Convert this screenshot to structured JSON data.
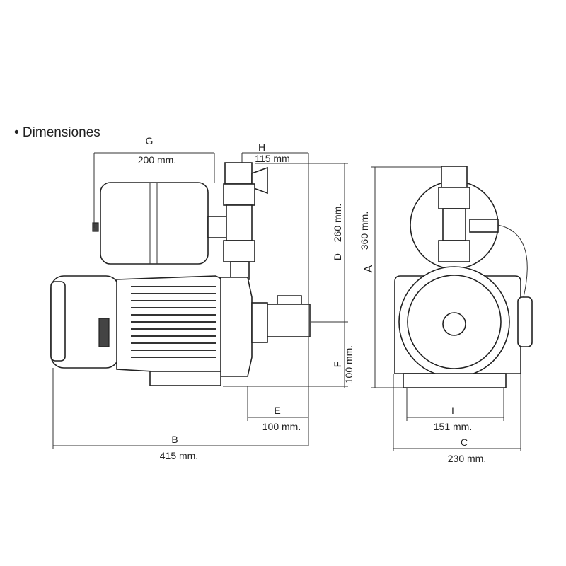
{
  "title": "• Dimensiones",
  "dimensions": {
    "A": {
      "letter": "A",
      "value": "360 mm."
    },
    "B": {
      "letter": "B",
      "value": "415 mm."
    },
    "C": {
      "letter": "C",
      "value": "230 mm."
    },
    "D": {
      "letter": "D",
      "value": "260 mm."
    },
    "E": {
      "letter": "E",
      "value": "100 mm."
    },
    "F": {
      "letter": "F",
      "value": "100 mm."
    },
    "G": {
      "letter": "G",
      "value": "200 mm."
    },
    "H": {
      "letter": "H",
      "value": "115 mm"
    },
    "I": {
      "letter": "I",
      "value": "151 mm."
    }
  }
}
